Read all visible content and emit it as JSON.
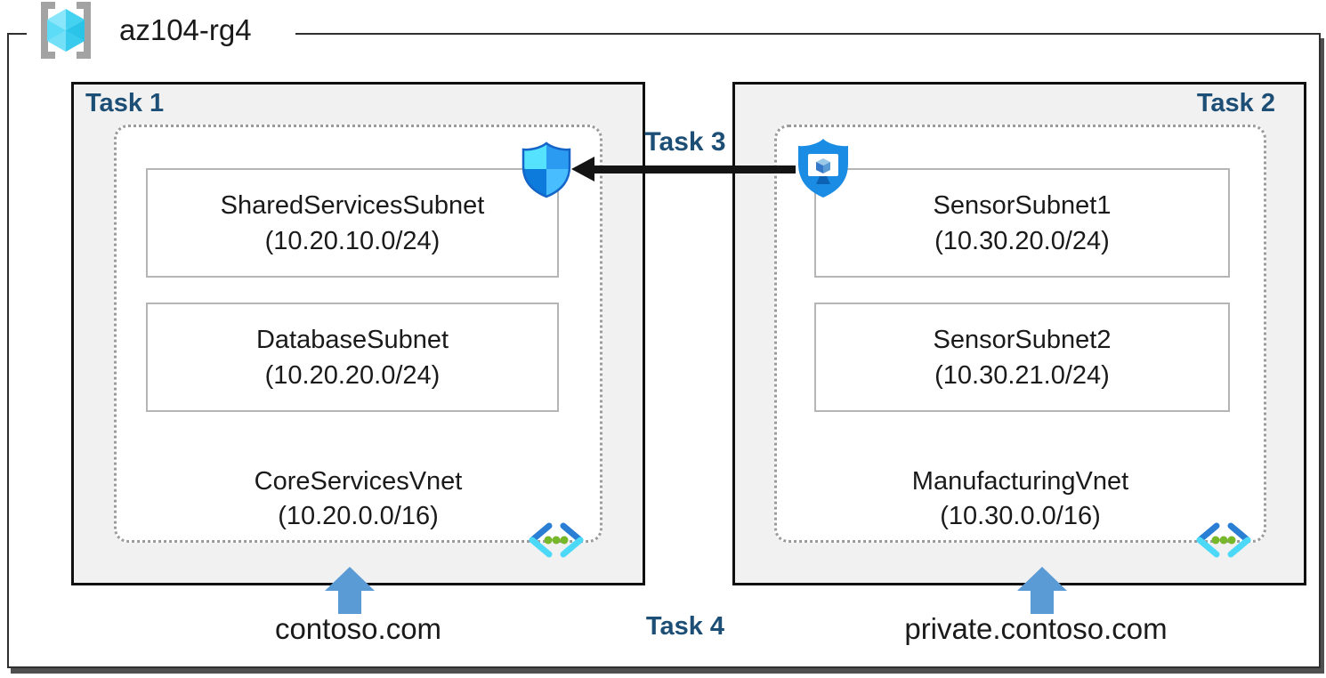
{
  "resource_group": {
    "name": "az104-rg4",
    "icon": "resource-group-icon"
  },
  "colors": {
    "task_label_navy": "#1d4f76",
    "task_box_fill": "#f1f1f1",
    "task_box_border": "#101010",
    "dotted_border_gray": "#9b9b9b",
    "subnet_border_gray": "#b5b5b5",
    "up_arrow_blue": "#5b9bd5",
    "task3_arrow_black": "#141414",
    "nsg_shield_blues": [
      "#55e2ff",
      "#2b9bf2",
      "#0c7bdb",
      "#48bdff"
    ],
    "bastion_shield_blue": "#1b8ce4",
    "vnet_icon_dark_blue": "#2a7ed3",
    "vnet_icon_cyan": "#4cd9f8",
    "vnet_icon_green": "#76b82a"
  },
  "task1": {
    "label": "Task 1",
    "vnet": {
      "name": "CoreServicesVnet",
      "cidr": "(10.20.0.0/16)"
    },
    "subnets": [
      {
        "name": "SharedServicesSubnet",
        "cidr": "(10.20.10.0/24)"
      },
      {
        "name": "DatabaseSubnet",
        "cidr": "(10.20.20.0/24)"
      }
    ],
    "dns": "contoso.com",
    "icons": [
      "network-security-group-icon",
      "virtual-network-icon"
    ]
  },
  "task2": {
    "label": "Task 2",
    "vnet": {
      "name": "ManufacturingVnet",
      "cidr": "(10.30.0.0/16)"
    },
    "subnets": [
      {
        "name": "SensorSubnet1",
        "cidr": "(10.30.20.0/24)"
      },
      {
        "name": "SensorSubnet2",
        "cidr": "(10.30.21.0/24)"
      }
    ],
    "dns": "private.contoso.com",
    "icons": [
      "bastion-icon",
      "virtual-network-icon"
    ]
  },
  "task3": {
    "label": "Task 3",
    "connector": "arrow-from-bastion-to-nsg"
  },
  "task4": {
    "label": "Task 4"
  }
}
